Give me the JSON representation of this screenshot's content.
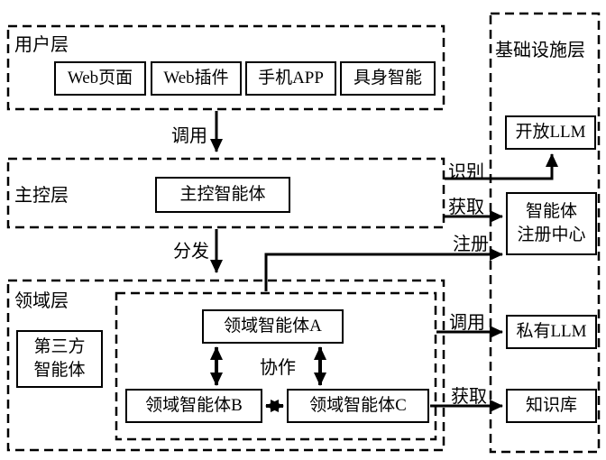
{
  "layers": {
    "user": {
      "label": "用户层",
      "items": [
        "Web页面",
        "Web插件",
        "手机APP",
        "具身智能"
      ]
    },
    "master": {
      "label": "主控层",
      "agent": "主控智能体"
    },
    "domain": {
      "label": "领域层",
      "third_party": {
        "line1": "第三方",
        "line2": "智能体"
      },
      "agent_a": "领域智能体A",
      "agent_b": "领域智能体B",
      "agent_c": "领域智能体C"
    },
    "infra": {
      "label": "基础设施层",
      "open_llm": "开放LLM",
      "registry": {
        "line1": "智能体",
        "line2": "注册中心"
      },
      "private_llm": "私有LLM",
      "knowledge_base": "知识库"
    }
  },
  "edges": {
    "invoke_user_master": "调用",
    "dispatch": "分发",
    "identify": "识别",
    "fetch_registry": "获取",
    "register": "注册",
    "invoke_private_llm": "调用",
    "fetch_kb": "获取",
    "collaborate": "协作"
  },
  "colors": {
    "line": "#000000",
    "background": "#ffffff"
  }
}
